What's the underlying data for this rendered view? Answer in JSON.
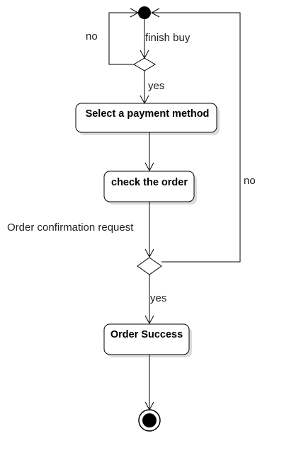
{
  "diagram": {
    "actions": [
      {
        "id": "select_payment",
        "label": "Select a payment method"
      },
      {
        "id": "check_order",
        "label": "check the order"
      },
      {
        "id": "order_success",
        "label": "Order Success"
      }
    ],
    "edge_labels": {
      "finish_buy": "finish buy",
      "no_top": "no",
      "yes_top": "yes",
      "order_confirmation_request": "Order confirmation request",
      "no_right": "no",
      "yes_bottom": "yes"
    },
    "colors": {
      "stroke": "#000000",
      "node_fill": "#ffffff",
      "text": "#222222"
    }
  }
}
